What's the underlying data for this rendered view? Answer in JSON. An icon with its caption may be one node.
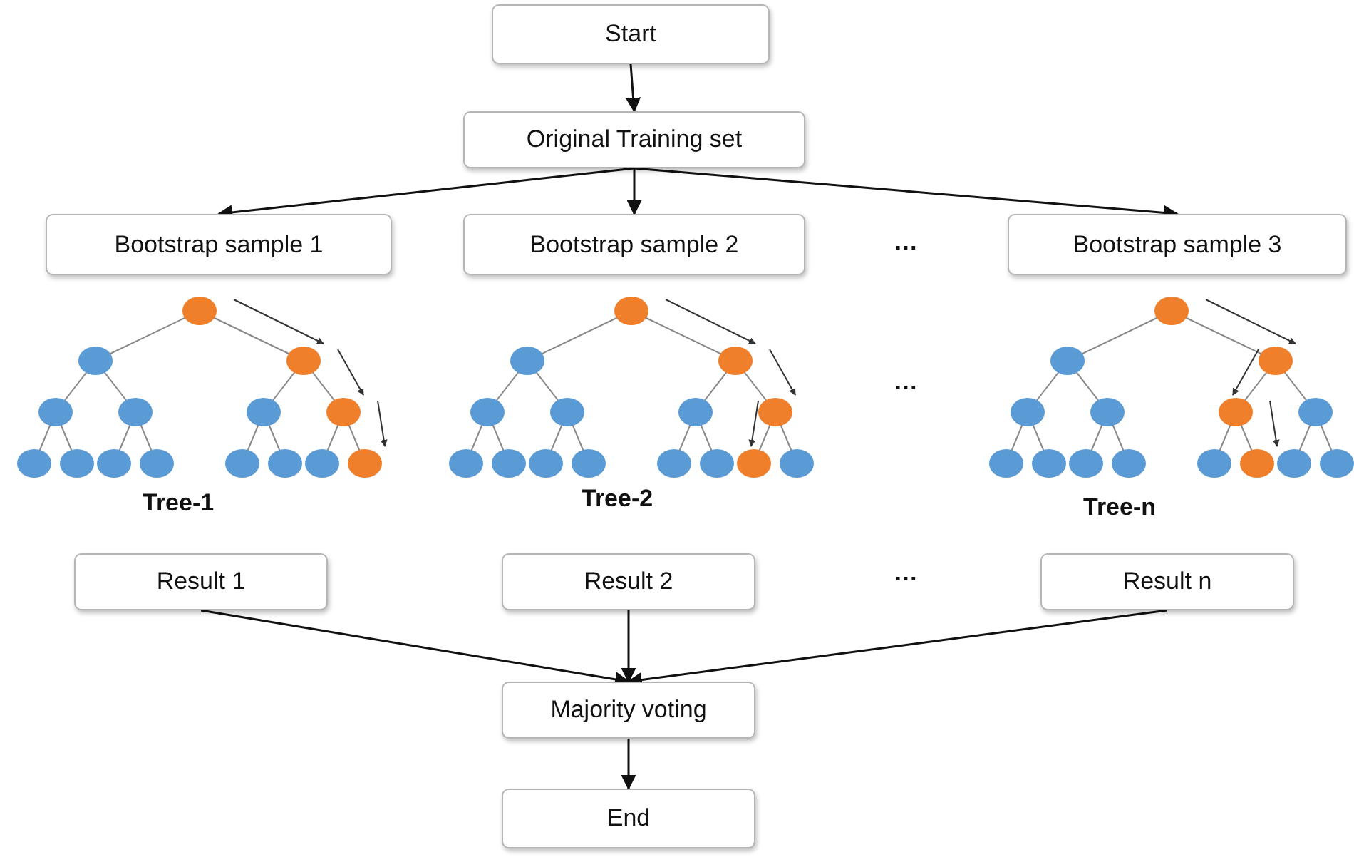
{
  "diagram": {
    "nodes": [
      {
        "text": [
          "Start"
        ]
      },
      {
        "text": [
          "Original Training set"
        ]
      },
      {
        "text": [
          "Bootstrap sample 1"
        ]
      },
      {
        "text": [
          "Bootstrap sample 2"
        ]
      },
      {
        "text": [
          "Bootstrap sample 3"
        ]
      },
      {
        "text": [
          "Result 1"
        ]
      },
      {
        "text": [
          "Result 2"
        ]
      },
      {
        "text": [
          "Result n"
        ]
      },
      {
        "text": [
          "Majority voting"
        ]
      },
      {
        "text": [
          "End"
        ]
      }
    ],
    "edges": [
      {
        "from": 0,
        "to": 1,
        "arrow": "to"
      },
      {
        "from": 1,
        "to": 2,
        "arrow": "to"
      },
      {
        "from": 1,
        "to": 3,
        "arrow": "to"
      },
      {
        "from": 1,
        "to": 4,
        "arrow": "to"
      },
      {
        "from": 5,
        "to": 8,
        "arrow": "to"
      },
      {
        "from": 6,
        "to": 8,
        "arrow": "to"
      },
      {
        "from": 7,
        "to": 8,
        "arrow": "to"
      },
      {
        "from": 8,
        "to": 9,
        "arrow": "to"
      }
    ],
    "labels": [
      "…",
      "…",
      "Tree-1",
      "Tree-2",
      "Tree-n",
      "…"
    ]
  }
}
